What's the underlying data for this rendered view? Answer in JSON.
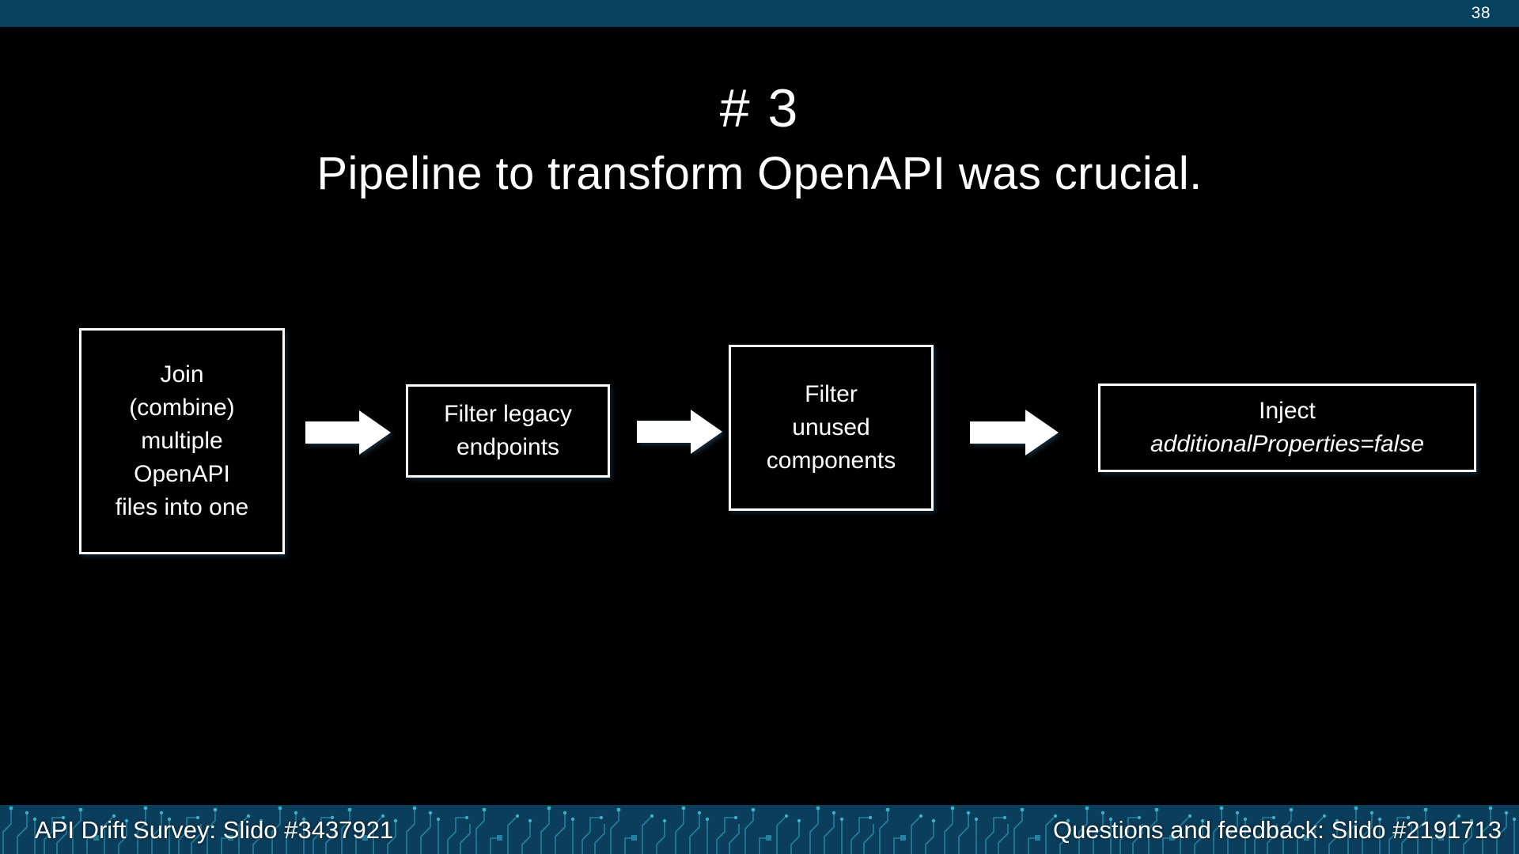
{
  "slide": {
    "page_number": "38",
    "title": "# 3",
    "subtitle": "Pipeline to transform OpenAPI was crucial.",
    "background_color": "#000000",
    "accent_color": "#06415f"
  },
  "diagram": {
    "type": "flowchart",
    "direction": "left-to-right",
    "nodes": [
      {
        "id": "join",
        "label": "Join\n(combine)\nmultiple\nOpenAPI\nfiles into one"
      },
      {
        "id": "legacy",
        "label": "Filter legacy\nendpoints"
      },
      {
        "id": "unused",
        "label": "Filter\nunused\ncomponents"
      },
      {
        "id": "inject",
        "label_line1": "Inject",
        "label_line2": "additionalProperties=false"
      }
    ],
    "arrows": [
      {
        "id": "arrow-1",
        "from": "join",
        "to": "legacy",
        "glyph": "right-arrow"
      },
      {
        "id": "arrow-2",
        "from": "legacy",
        "to": "unused",
        "glyph": "right-arrow"
      },
      {
        "id": "arrow-3",
        "from": "unused",
        "to": "inject",
        "glyph": "right-arrow"
      }
    ]
  },
  "footer": {
    "left_text": "API Drift Survey: Slido #3437921",
    "right_text": "Questions and feedback: Slido #2191713",
    "background_color": "#0b3e5c",
    "circuit_line_color": "#2b8cab"
  }
}
